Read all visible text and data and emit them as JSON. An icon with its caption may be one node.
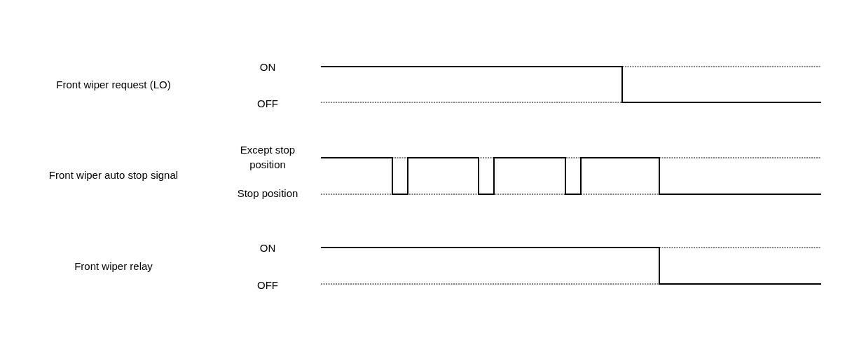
{
  "diagram": {
    "labels": [
      "Front wiper request (LO)",
      "ON",
      "OFF",
      "Front wiper auto stop signal",
      "Except stop position",
      "Stop position",
      "Front wiper relay",
      "ON",
      "OFF"
    ]
  }
}
